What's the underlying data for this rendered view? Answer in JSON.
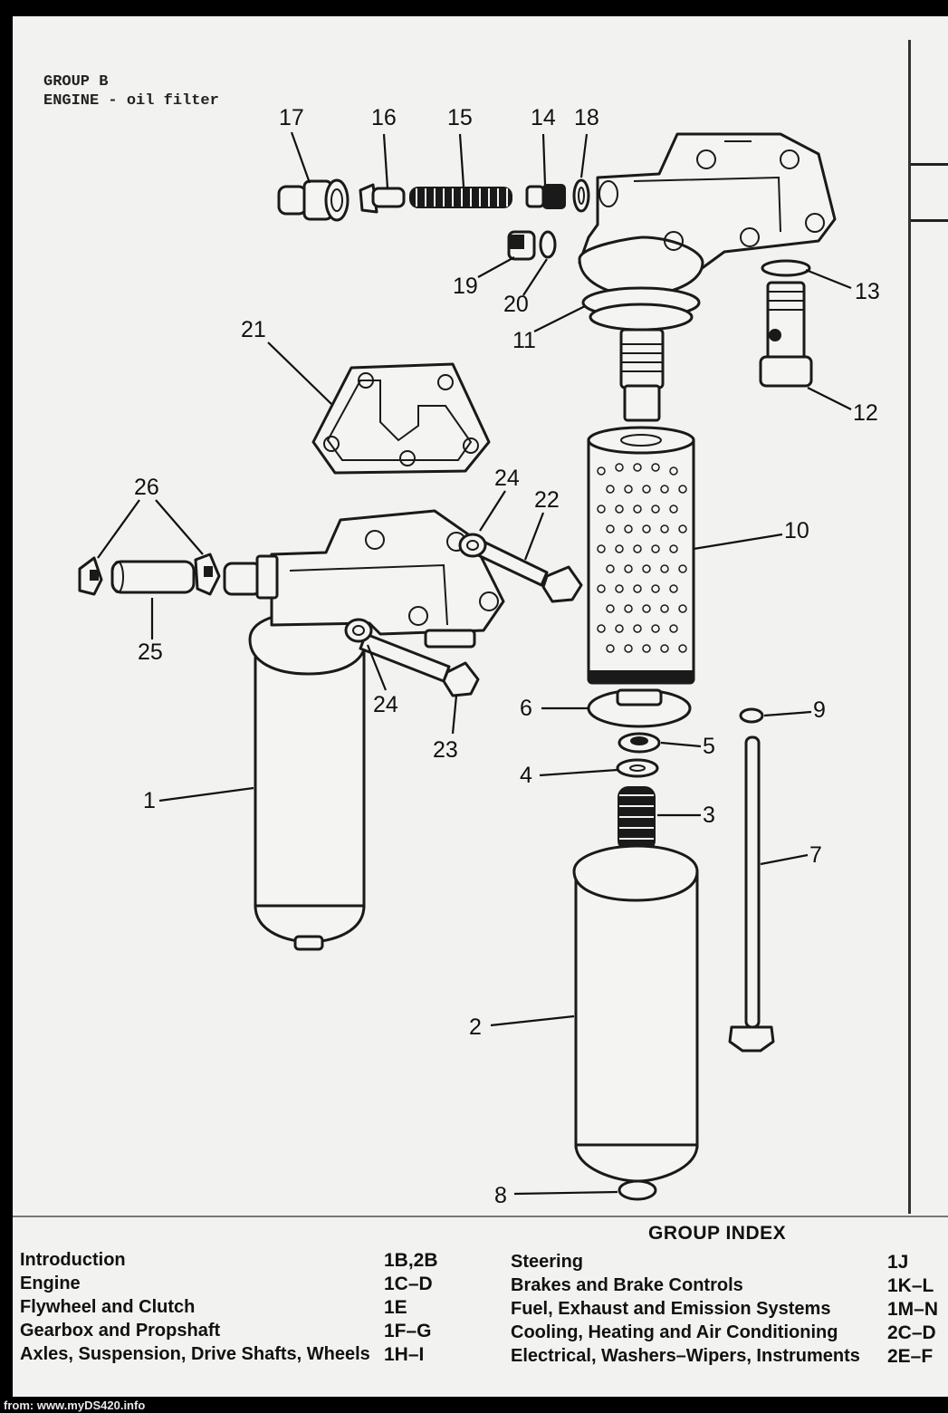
{
  "header": {
    "group": "GROUP B",
    "subtitle": "ENGINE - oil filter"
  },
  "callouts": [
    "17",
    "16",
    "15",
    "14",
    "18",
    "19",
    "20",
    "13",
    "11",
    "12",
    "21",
    "26",
    "24",
    "22",
    "10",
    "25",
    "24",
    "23",
    "6",
    "9",
    "5",
    "4",
    "3",
    "1",
    "7",
    "2",
    "8"
  ],
  "group_index": {
    "title": "GROUP INDEX",
    "left": [
      {
        "label": "Introduction",
        "code": "1B,2B"
      },
      {
        "label": "Engine",
        "code": "1C–D"
      },
      {
        "label": "Flywheel and Clutch",
        "code": "1E"
      },
      {
        "label": "Gearbox and Propshaft",
        "code": "1F–G"
      },
      {
        "label": "Axles, Suspension, Drive Shafts, Wheels",
        "code": "1H–I"
      }
    ],
    "right": [
      {
        "label": "Steering",
        "code": "1J"
      },
      {
        "label": "Brakes and Brake Controls",
        "code": "1K–L"
      },
      {
        "label": "Fuel, Exhaust and Emission Systems",
        "code": "1M–N"
      },
      {
        "label": "Cooling, Heating and Air Conditioning",
        "code": "2C–D"
      },
      {
        "label": "Electrical, Washers–Wipers, Instruments",
        "code": "2E–F"
      }
    ]
  },
  "source": "from: www.myDS420.info"
}
